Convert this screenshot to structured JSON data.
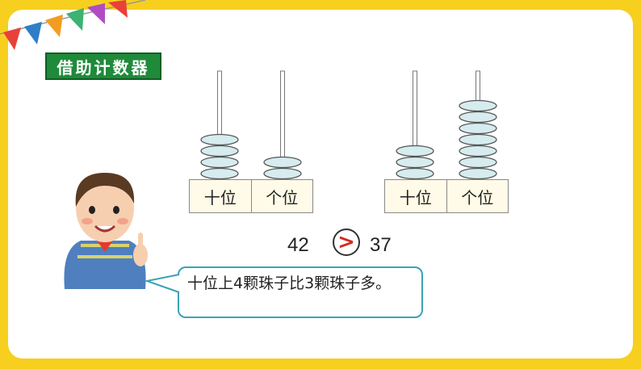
{
  "title": "借助计数器",
  "abacus_left": {
    "tens_beads": 4,
    "ones_beads": 2,
    "labels": [
      "十位",
      "个位"
    ]
  },
  "abacus_right": {
    "tens_beads": 3,
    "ones_beads": 7,
    "labels": [
      "十位",
      "个位"
    ]
  },
  "comparison": {
    "left": "42",
    "symbol": ">",
    "right": "37"
  },
  "speech": "十位上4颗珠子比3颗珠子多。",
  "colors": {
    "frame": "#f7cf1f",
    "title_bg": "#1f8a3a",
    "bead": "#d6ecef",
    "bubble_border": "#3aa3b5",
    "symbol": "#d42a1e"
  }
}
